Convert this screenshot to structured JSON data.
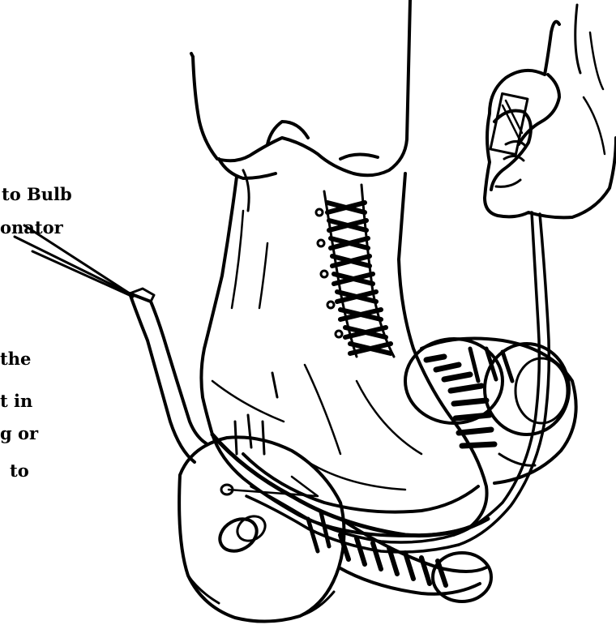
{
  "labels": {
    "line_1": "to Bulb",
    "line_2": "onator",
    "line_3": "the",
    "line_4": "t in",
    "line_5": "g or",
    "line_6": "to"
  },
  "colors": {
    "ink": "#000000",
    "paper": "#ffffff"
  },
  "illustration": "line drawing of a laced boot pressing a foot-operated dynamo generator held by a cord"
}
